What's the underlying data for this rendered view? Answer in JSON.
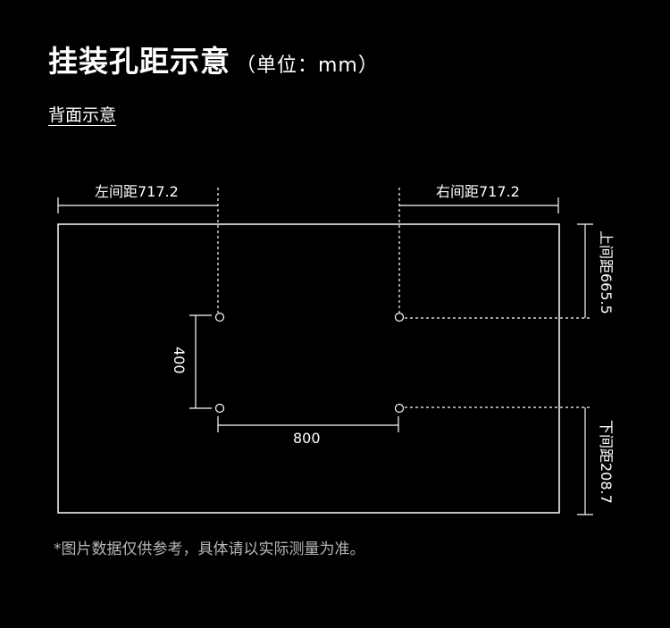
{
  "header": {
    "title": "挂装孔距示意",
    "unit": "（单位：mm）"
  },
  "subtitle": "背面示意",
  "dimensions": {
    "left_spacing": "左间距717.2",
    "right_spacing": "右间距717.2",
    "top_spacing": "上间距665.5",
    "bottom_spacing": "下间距208.7",
    "hole_vertical": "400",
    "hole_horizontal": "800"
  },
  "note": "*图片数据仅供参考，具体请以实际测量为准。",
  "colors": {
    "background": "#000000",
    "line": "#ffffff",
    "note": "#b7b7b7"
  }
}
